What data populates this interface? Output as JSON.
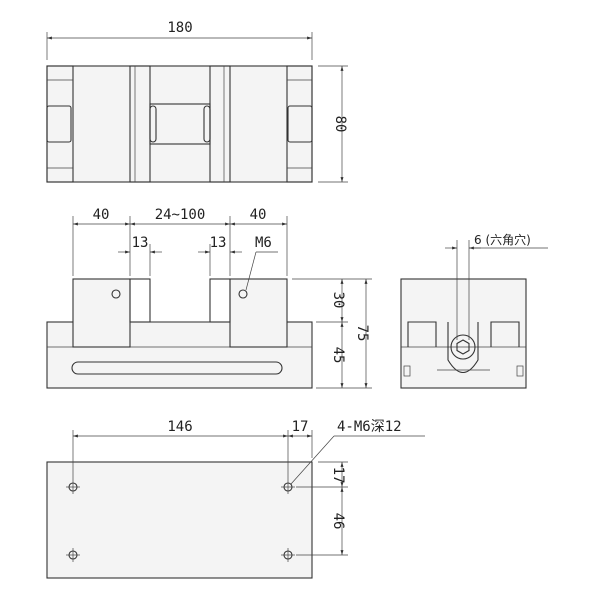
{
  "top_view": {
    "width_dim": "180",
    "height_dim": "80"
  },
  "front_view": {
    "left_jaw_dim": "40",
    "range_dim": "24~100",
    "right_jaw_dim": "40",
    "left_slot_dim": "13",
    "right_slot_dim": "13",
    "thread_label": "M6",
    "upper_height_dim": "30",
    "lower_height_dim": "45",
    "total_height_dim": "75"
  },
  "side_view": {
    "hex_label": "6 (六角穴)"
  },
  "base_view": {
    "hole_span_dim": "146",
    "edge_offset_dim": "17",
    "holes_label": "4-M6深12",
    "vertical_offset_dim": "17",
    "vertical_pitch_dim": "46"
  },
  "colors": {
    "line": "#333333",
    "fill": "#f4f4f4"
  }
}
